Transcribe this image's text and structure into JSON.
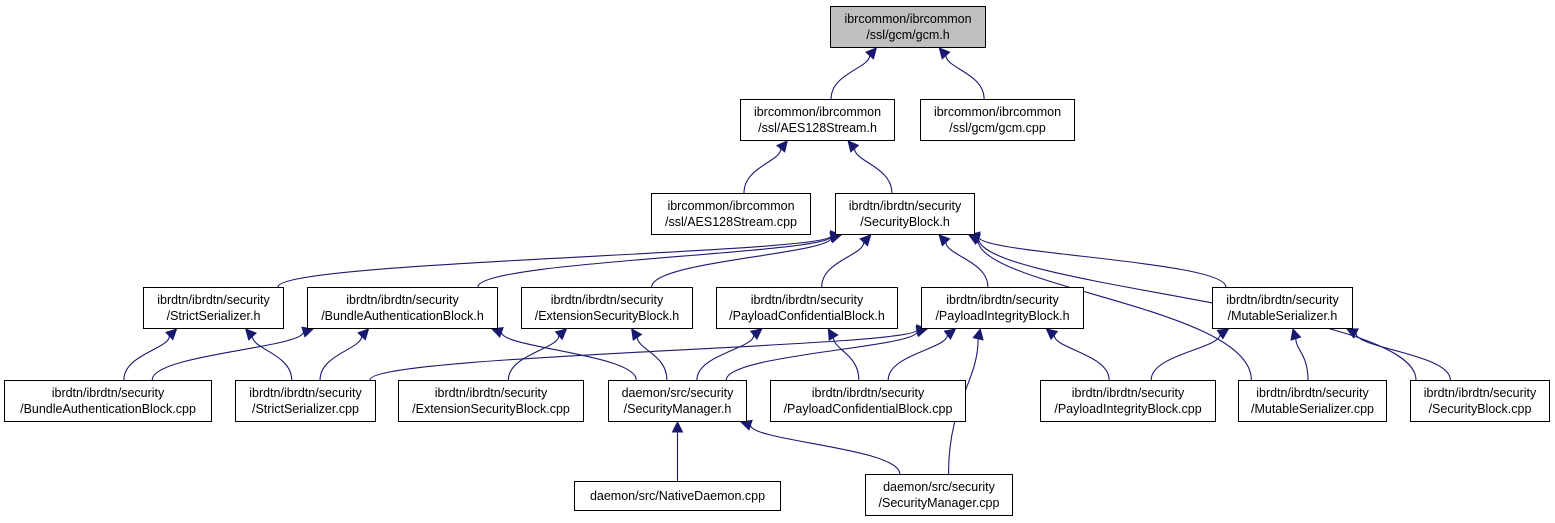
{
  "colors": {
    "edge": "#191970",
    "root_fill": "#bfbfbf",
    "node_fill": "#ffffff",
    "border": "#000000"
  },
  "nodes": {
    "gcm_h": {
      "line1": "ibrcommon/ibrcommon",
      "line2": "/ssl/gcm/gcm.h"
    },
    "aes_h": {
      "line1": "ibrcommon/ibrcommon",
      "line2": "/ssl/AES128Stream.h"
    },
    "gcm_cpp": {
      "line1": "ibrcommon/ibrcommon",
      "line2": "/ssl/gcm/gcm.cpp"
    },
    "aes_cpp": {
      "line1": "ibrcommon/ibrcommon",
      "line2": "/ssl/AES128Stream.cpp"
    },
    "secblock_h": {
      "line1": "ibrdtn/ibrdtn/security",
      "line2": "/SecurityBlock.h"
    },
    "strict_h": {
      "line1": "ibrdtn/ibrdtn/security",
      "line2": "/StrictSerializer.h"
    },
    "bab_h": {
      "line1": "ibrdtn/ibrdtn/security",
      "line2": "/BundleAuthenticationBlock.h"
    },
    "esb_h": {
      "line1": "ibrdtn/ibrdtn/security",
      "line2": "/ExtensionSecurityBlock.h"
    },
    "pcb_h": {
      "line1": "ibrdtn/ibrdtn/security",
      "line2": "/PayloadConfidentialBlock.h"
    },
    "pib_h": {
      "line1": "ibrdtn/ibrdtn/security",
      "line2": "/PayloadIntegrityBlock.h"
    },
    "mutable_h": {
      "line1": "ibrdtn/ibrdtn/security",
      "line2": "/MutableSerializer.h"
    },
    "bab_cpp": {
      "line1": "ibrdtn/ibrdtn/security",
      "line2": "/BundleAuthenticationBlock.cpp"
    },
    "strict_cpp": {
      "line1": "ibrdtn/ibrdtn/security",
      "line2": "/StrictSerializer.cpp"
    },
    "esb_cpp": {
      "line1": "ibrdtn/ibrdtn/security",
      "line2": "/ExtensionSecurityBlock.cpp"
    },
    "secmgr_h": {
      "line1": "daemon/src/security",
      "line2": "/SecurityManager.h"
    },
    "pcb_cpp": {
      "line1": "ibrdtn/ibrdtn/security",
      "line2": "/PayloadConfidentialBlock.cpp"
    },
    "pib_cpp": {
      "line1": "ibrdtn/ibrdtn/security",
      "line2": "/PayloadIntegrityBlock.cpp"
    },
    "mutable_cpp": {
      "line1": "ibrdtn/ibrdtn/security",
      "line2": "/MutableSerializer.cpp"
    },
    "secblock_cpp": {
      "line1": "ibrdtn/ibrdtn/security",
      "line2": "/SecurityBlock.cpp"
    },
    "native_cpp": {
      "line1": "daemon/src/NativeDaemon.cpp",
      "line2": ""
    },
    "secmgr_cpp": {
      "line1": "daemon/src/security",
      "line2": "/SecurityManager.cpp"
    }
  },
  "edges": [
    {
      "from": "aes_h",
      "to": "gcm_h"
    },
    {
      "from": "gcm_cpp",
      "to": "gcm_h"
    },
    {
      "from": "aes_cpp",
      "to": "aes_h"
    },
    {
      "from": "secblock_h",
      "to": "aes_h"
    },
    {
      "from": "strict_h",
      "to": "secblock_h"
    },
    {
      "from": "bab_h",
      "to": "secblock_h"
    },
    {
      "from": "esb_h",
      "to": "secblock_h"
    },
    {
      "from": "pcb_h",
      "to": "secblock_h"
    },
    {
      "from": "pib_h",
      "to": "secblock_h"
    },
    {
      "from": "mutable_h",
      "to": "secblock_h"
    },
    {
      "from": "mutable_cpp",
      "to": "secblock_h"
    },
    {
      "from": "secblock_cpp",
      "to": "secblock_h"
    },
    {
      "from": "bab_cpp",
      "to": "strict_h"
    },
    {
      "from": "strict_cpp",
      "to": "strict_h"
    },
    {
      "from": "bab_cpp",
      "to": "bab_h"
    },
    {
      "from": "strict_cpp",
      "to": "bab_h"
    },
    {
      "from": "secmgr_h",
      "to": "bab_h"
    },
    {
      "from": "esb_cpp",
      "to": "esb_h"
    },
    {
      "from": "secmgr_h",
      "to": "esb_h"
    },
    {
      "from": "secmgr_h",
      "to": "pcb_h"
    },
    {
      "from": "pcb_cpp",
      "to": "pcb_h"
    },
    {
      "from": "strict_cpp",
      "to": "pib_h"
    },
    {
      "from": "secmgr_h",
      "to": "pib_h"
    },
    {
      "from": "pcb_cpp",
      "to": "pib_h"
    },
    {
      "from": "pib_cpp",
      "to": "pib_h"
    },
    {
      "from": "secmgr_cpp",
      "to": "pib_h"
    },
    {
      "from": "pib_cpp",
      "to": "mutable_h"
    },
    {
      "from": "mutable_cpp",
      "to": "mutable_h"
    },
    {
      "from": "secblock_cpp",
      "to": "mutable_h"
    },
    {
      "from": "native_cpp",
      "to": "secmgr_h"
    },
    {
      "from": "secmgr_cpp",
      "to": "secmgr_h"
    }
  ]
}
